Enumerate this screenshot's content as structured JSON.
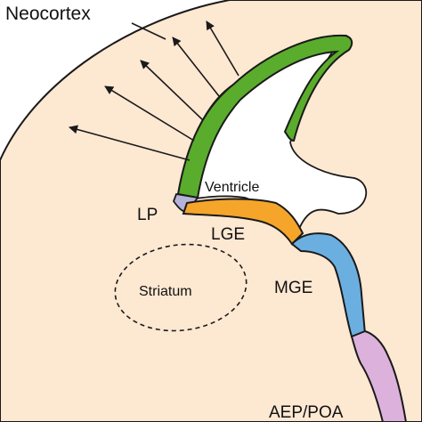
{
  "labels": {
    "neocortex": "Neocortex",
    "ventricle": "Ventricle",
    "lp": "LP",
    "lge": "LGE",
    "mge": "MGE",
    "striatum": "Striatum",
    "aep_poa": "AEP/POA"
  },
  "colors": {
    "tissue": "#fde8d2",
    "outline": "#1a1a1a",
    "neocortex_zone": "#5aac2c",
    "lp_zone": "#b7b2d8",
    "lge_zone": "#f5a52a",
    "mge_zone": "#6bafe1",
    "aep_poa_zone": "#dcb1db",
    "ventricle": "#ffffff"
  }
}
